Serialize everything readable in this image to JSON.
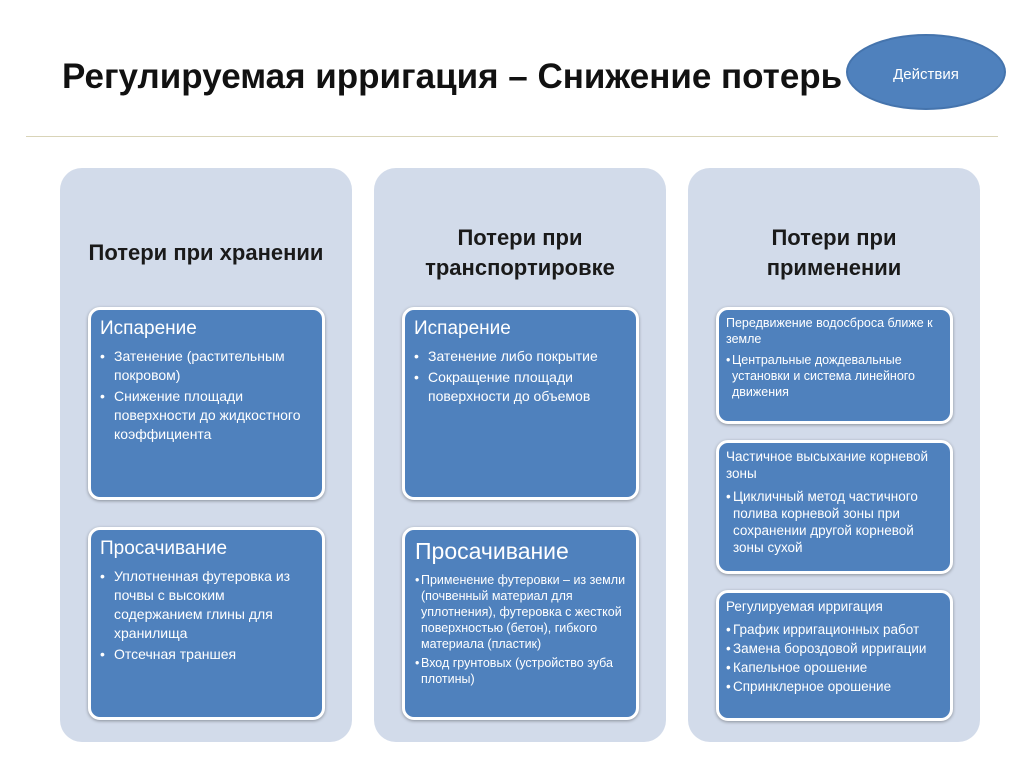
{
  "slide": {
    "title": "Регулируемая ирригация – Снижение потерь",
    "badge": "Действия"
  },
  "colors": {
    "column_bg": "#d2dbea",
    "card_bg": "#4f81bd",
    "badge_bg": "#4f81bd"
  },
  "columns": [
    {
      "title_lines": [
        "Потери при хранении"
      ],
      "cards": [
        {
          "heading": "Испарение",
          "items": [
            "Затенение (растительным покровом)",
            "Снижение площади поверхности до жидкостного коэффициента"
          ]
        },
        {
          "heading": "Просачивание",
          "items": [
            "Уплотненная футеровка из почвы с высоким содержанием глины для хранилища",
            "Отсечная траншея"
          ]
        }
      ]
    },
    {
      "title_lines": [
        "Потери при",
        "транспортировке"
      ],
      "cards": [
        {
          "heading": "Испарение",
          "items": [
            "Затенение либо покрытие",
            "Сокращение площади поверхности до объемов"
          ]
        },
        {
          "heading": "Просачивание",
          "items": [
            "Применение футеровки – из земли (почвенный материал для уплотнения), футеровка с жесткой поверхностью (бетон), гибкого материала (пластик)",
            "Вход грунтовых (устройство зуба плотины)"
          ]
        }
      ]
    },
    {
      "title_lines": [
        "Потери при",
        "применении"
      ],
      "cards": [
        {
          "heading": "Передвижение водосброса ближе к земле",
          "items": [
            "Центральные дождевальные установки и система линейного движения"
          ]
        },
        {
          "heading": "Частичное высыхание корневой зоны",
          "items": [
            "Цикличный метод частичного полива корневой зоны при сохранении другой корневой зоны сухой"
          ]
        },
        {
          "heading": "Регулируемая ирригация",
          "items": [
            "График ирригационных работ",
            "Замена бороздовой ирригации",
            "Капельное орошение",
            "Спринклерное орошение"
          ]
        }
      ]
    }
  ]
}
